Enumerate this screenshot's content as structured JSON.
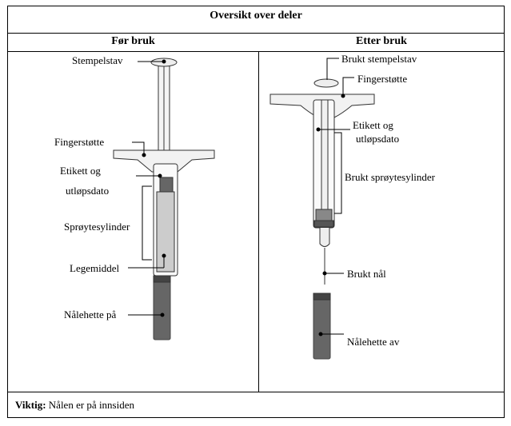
{
  "title": "Oversikt over deler",
  "columns": {
    "before": "Før bruk",
    "after": "Etter bruk"
  },
  "before": {
    "plunger": "Stempelstav",
    "finger_grip": "Fingerstøtte",
    "label_line1": "Etikett og",
    "label_line2": "utløpsdato",
    "barrel": "Sprøytesylinder",
    "medicine": "Legemiddel",
    "needle_cap": "Nålehette på"
  },
  "after": {
    "plunger": "Brukt stempelstav",
    "finger_grip": "Fingerstøtte",
    "label_line1": "Etikett og",
    "label_line2": "utløpsdato",
    "barrel": "Brukt sprøytesylinder",
    "needle": "Brukt nål",
    "needle_cap": "Nålehette av"
  },
  "footer": {
    "bold": "Viktig:",
    "text": " Nålen er på innsiden"
  }
}
